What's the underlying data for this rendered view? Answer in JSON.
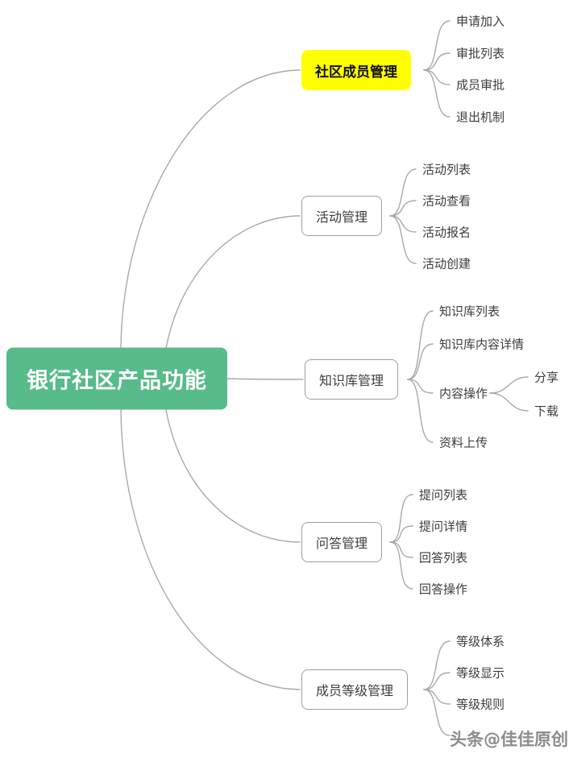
{
  "watermark": "头条@佳佳原创",
  "mindmap": {
    "root": {
      "label": "银行社区产品功能"
    },
    "branches": [
      {
        "label": "社区成员管理",
        "highlighted": true,
        "children": [
          {
            "label": "申请加入"
          },
          {
            "label": "审批列表"
          },
          {
            "label": "成员审批"
          },
          {
            "label": "退出机制"
          }
        ]
      },
      {
        "label": "活动管理",
        "highlighted": false,
        "children": [
          {
            "label": "活动列表"
          },
          {
            "label": "活动查看"
          },
          {
            "label": "活动报名"
          },
          {
            "label": "活动创建"
          }
        ]
      },
      {
        "label": "知识库管理",
        "highlighted": false,
        "children": [
          {
            "label": "知识库列表"
          },
          {
            "label": "知识库内容详情"
          },
          {
            "label": "内容操作",
            "children": [
              {
                "label": "分享"
              },
              {
                "label": "下载"
              }
            ]
          },
          {
            "label": "资料上传"
          }
        ]
      },
      {
        "label": "问答管理",
        "highlighted": false,
        "children": [
          {
            "label": "提问列表"
          },
          {
            "label": "提问详情"
          },
          {
            "label": "回答列表"
          },
          {
            "label": "回答操作"
          }
        ]
      },
      {
        "label": "成员等级管理",
        "highlighted": false,
        "children": [
          {
            "label": "等级体系"
          },
          {
            "label": "等级显示"
          },
          {
            "label": "等级规则"
          }
        ]
      }
    ],
    "colors": {
      "root_bg": "#57bb8a",
      "highlight_bg": "#ffff00",
      "line": "#a9a9a9"
    }
  }
}
